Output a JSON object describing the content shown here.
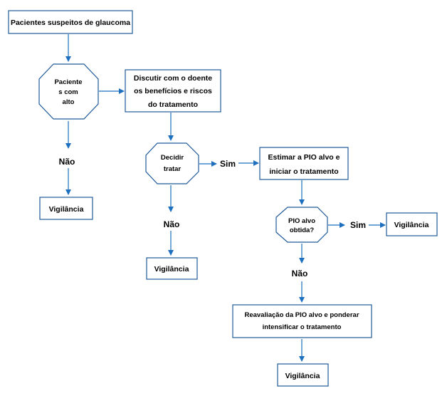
{
  "diagram": {
    "colors": {
      "arrow": "#1f6fbf",
      "box_stroke": "#1f5a99",
      "text": "#000000"
    },
    "nodes": {
      "start": "Pacientes suspeitos de glaucoma",
      "decision1": [
        "Paciente",
        "s com",
        "alto"
      ],
      "discuss": [
        "Discutir com o doente",
        "os benefícios e riscos",
        "do tratamento"
      ],
      "decision2": [
        "Decidir",
        "tratar"
      ],
      "estimate": [
        "Estimar a PIO alvo e",
        "iniciar o tratamento"
      ],
      "decision3": [
        "PIO alvo",
        "obtida?"
      ],
      "reassess": [
        "Reavaliação da PIO alvo e ponderar",
        "intensificar o tratamento"
      ],
      "vigilancia1": "Vigilância",
      "vigilancia2": "Vigilância",
      "vigilancia3": "Vigilância",
      "vigilancia4": "Vigilância"
    },
    "edge_labels": {
      "nao1": "Não",
      "nao2": "Não",
      "sim1": "Sim",
      "sim2": "Sim",
      "nao3": "Não"
    }
  }
}
